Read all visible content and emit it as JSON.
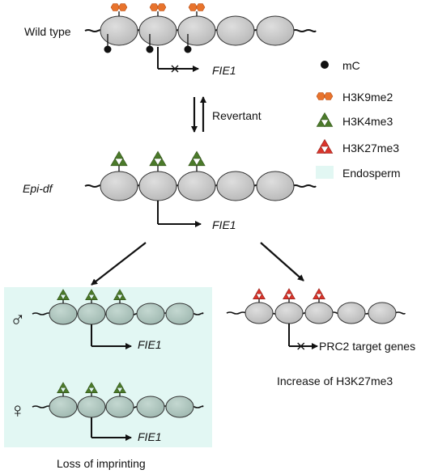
{
  "panels": {
    "wild_type": {
      "label": "Wild type",
      "gene": "FIE1"
    },
    "transition": {
      "label": "Revertant"
    },
    "epi_df": {
      "label": "Epi-df",
      "gene": "FIE1"
    },
    "endosperm_male": {
      "symbol": "♂",
      "gene": "FIE1"
    },
    "endosperm_female": {
      "symbol": "♀",
      "gene": "FIE1"
    },
    "endosperm_caption": "Loss of imprinting",
    "prc2": {
      "target": "PRC2 target genes",
      "caption": "Increase of H3K27me3"
    }
  },
  "legend": [
    {
      "marker": "dot",
      "label": "mC",
      "color": "#111111"
    },
    {
      "marker": "hexpair",
      "label": "H3K9me2",
      "color": "#e8732c"
    },
    {
      "marker": "tri-green",
      "label": "H3K4me3",
      "color": "#4b7a2a"
    },
    {
      "marker": "tri-red",
      "label": "H3K27me3",
      "color": "#d9342b"
    },
    {
      "marker": "box",
      "label": "Endosperm",
      "color": "#e2f7f3"
    }
  ],
  "colors": {
    "nucleosome": "#b8b8b8",
    "nucleosome_endo": "#9fb8b0",
    "endosperm_bg": "#e2f7f3"
  }
}
